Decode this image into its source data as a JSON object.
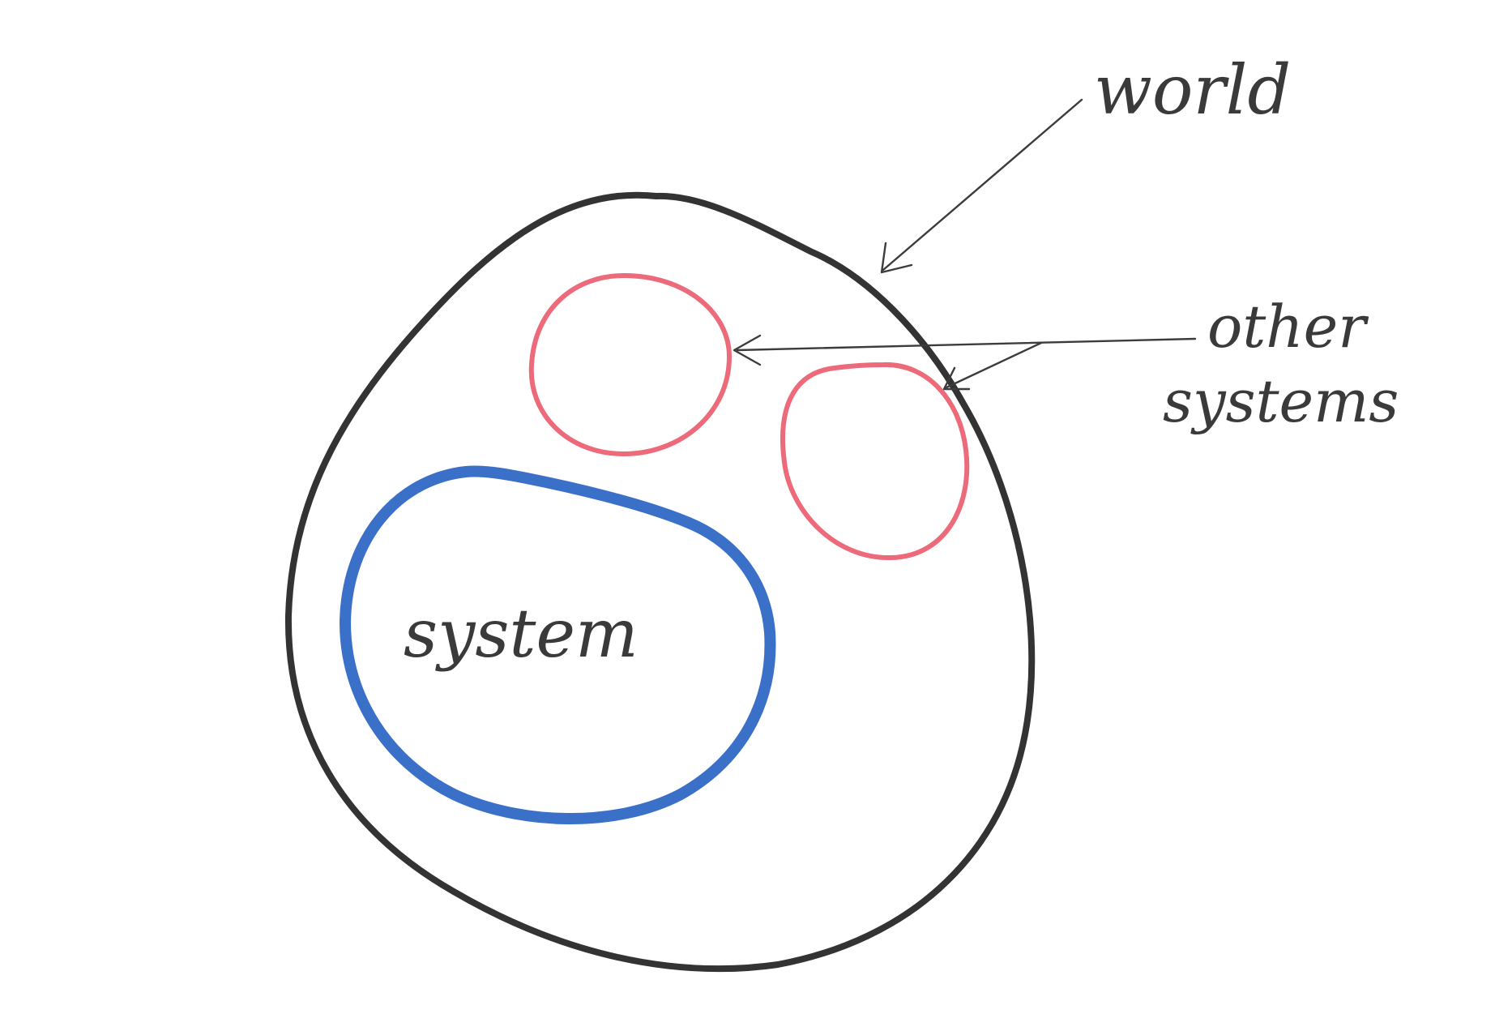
{
  "labels": {
    "world": "world",
    "other_line1": "other",
    "other_line2": "systems",
    "system": "system"
  },
  "colors": {
    "background": "#ffffff",
    "world": "#333333",
    "system": "#3a70c8",
    "other_systems": "#ec6a7a",
    "pencil": "#3c3c3c"
  }
}
